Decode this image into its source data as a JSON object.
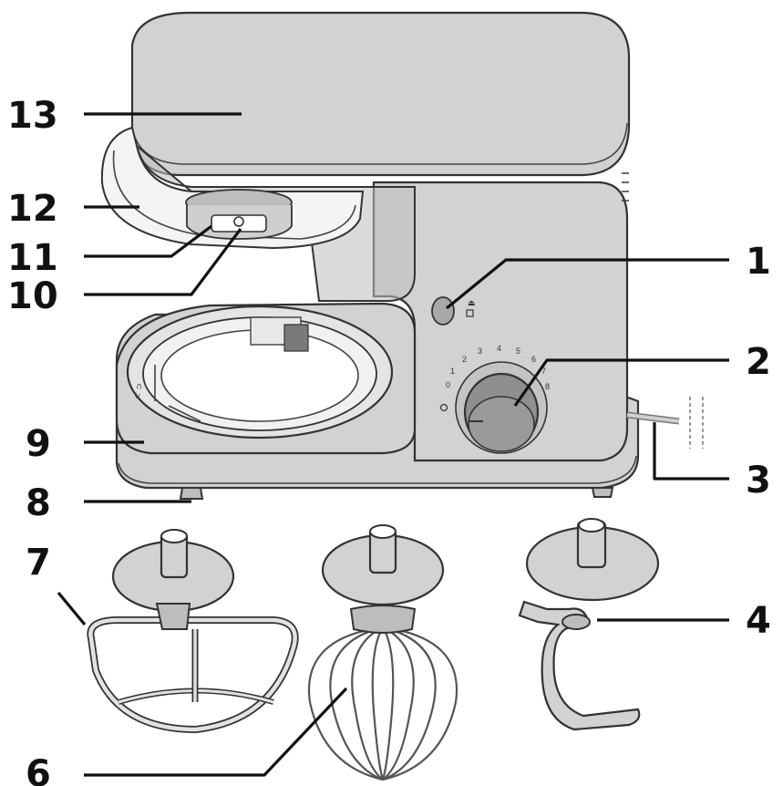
{
  "callouts": [
    {
      "id": "13",
      "label": "13"
    },
    {
      "id": "12",
      "label": "12"
    },
    {
      "id": "11",
      "label": "11"
    },
    {
      "id": "10",
      "label": "10"
    },
    {
      "id": "1",
      "label": "1"
    },
    {
      "id": "2",
      "label": "2"
    },
    {
      "id": "9",
      "label": "9"
    },
    {
      "id": "3",
      "label": "3"
    },
    {
      "id": "8",
      "label": "8"
    },
    {
      "id": "7",
      "label": "7"
    },
    {
      "id": "4",
      "label": "4"
    },
    {
      "id": "6",
      "label": "6"
    }
  ],
  "speed_dial": [
    "0",
    "1",
    "2",
    "3",
    "4",
    "5",
    "6",
    "7",
    "8"
  ],
  "colors": {
    "body": "#d2d2d2",
    "knob": "#9a9a9a",
    "line": "#111111",
    "background": "#ffffff"
  }
}
